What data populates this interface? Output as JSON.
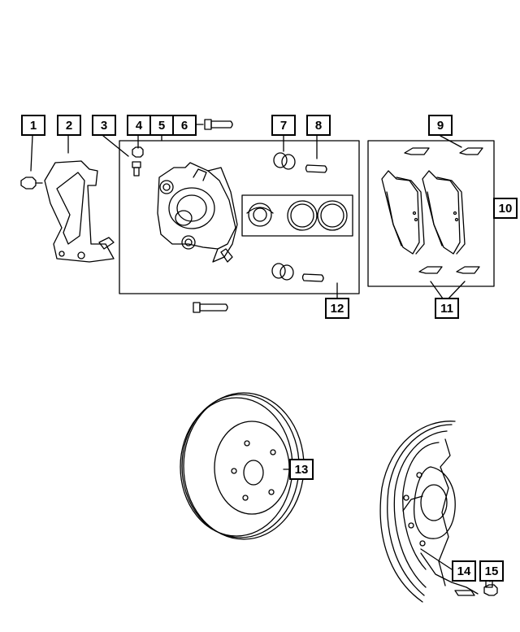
{
  "diagram": {
    "callouts": [
      {
        "id": "c1",
        "label": "1"
      },
      {
        "id": "c2",
        "label": "2"
      },
      {
        "id": "c3",
        "label": "3"
      },
      {
        "id": "c4",
        "label": "4"
      },
      {
        "id": "c5",
        "label": "5"
      },
      {
        "id": "c6",
        "label": "6"
      },
      {
        "id": "c7",
        "label": "7"
      },
      {
        "id": "c8",
        "label": "8"
      },
      {
        "id": "c9",
        "label": "9"
      },
      {
        "id": "c10",
        "label": "10"
      },
      {
        "id": "c11",
        "label": "11"
      },
      {
        "id": "c12",
        "label": "12"
      },
      {
        "id": "c13",
        "label": "13"
      },
      {
        "id": "c14",
        "label": "14"
      },
      {
        "id": "c15",
        "label": "15"
      }
    ],
    "colors": {
      "line": "#000000",
      "background": "#ffffff"
    }
  }
}
